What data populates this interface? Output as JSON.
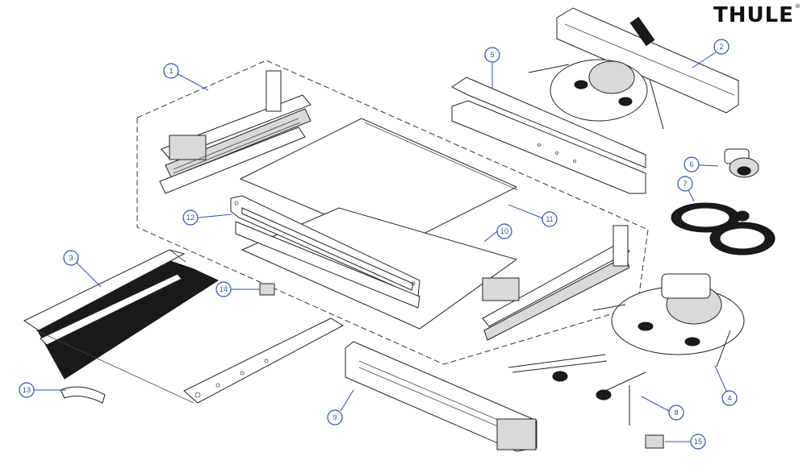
{
  "brand": {
    "logo_text": "THULE",
    "logo_mark": "®"
  },
  "callouts": [
    {
      "id": "c1",
      "label": "1"
    },
    {
      "id": "c2",
      "label": "2"
    },
    {
      "id": "c3",
      "label": "3"
    },
    {
      "id": "c4",
      "label": "4"
    },
    {
      "id": "c5",
      "label": "5"
    },
    {
      "id": "c6",
      "label": "6"
    },
    {
      "id": "c7",
      "label": "7"
    },
    {
      "id": "c8",
      "label": "8"
    },
    {
      "id": "c9",
      "label": "9"
    },
    {
      "id": "c10",
      "label": "10"
    },
    {
      "id": "c11",
      "label": "11"
    },
    {
      "id": "c12",
      "label": "12"
    },
    {
      "id": "c13",
      "label": "13"
    },
    {
      "id": "c14",
      "label": "14"
    },
    {
      "id": "c15",
      "label": "15"
    }
  ],
  "colors": {
    "callout": "#2b4fb3",
    "line": "#222222"
  }
}
